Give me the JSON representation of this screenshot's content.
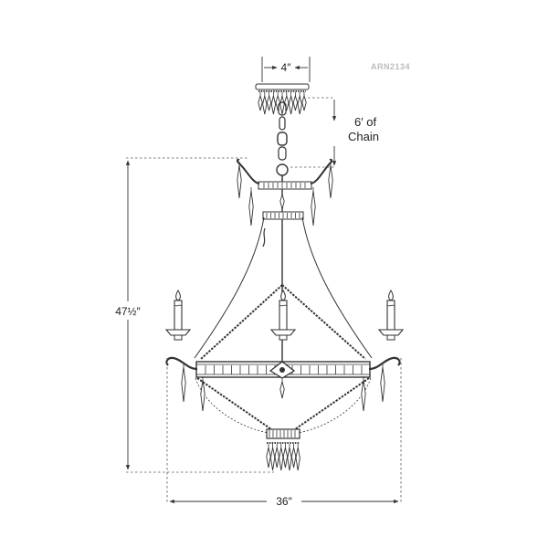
{
  "model_number": "ARN2134",
  "dimensions": {
    "canopy_width": "4″",
    "chain_length_line1": "6′ of",
    "chain_length_line2": "Chain",
    "overall_height": "47½″",
    "overall_width": "36″"
  },
  "colors": {
    "ink": "#333333",
    "watermark": "#b9bcc2"
  }
}
